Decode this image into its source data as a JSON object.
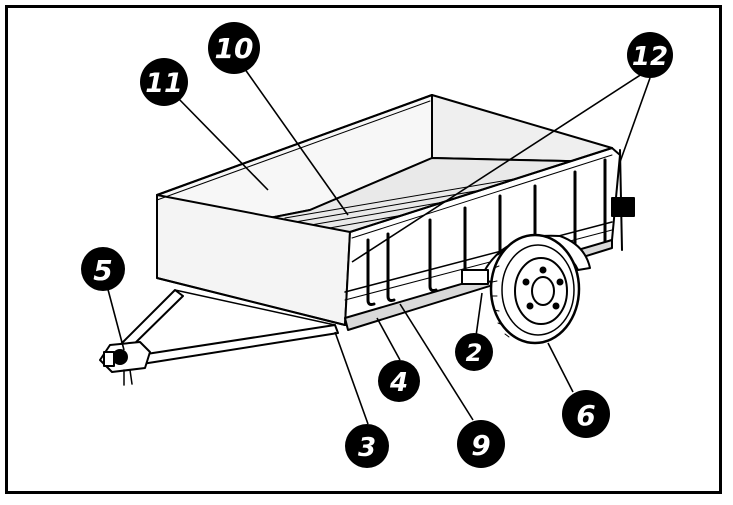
{
  "figure": {
    "subject": "trailer-parts-diagram",
    "colors": {
      "ink": "#000000",
      "paper": "#ffffff",
      "panel": "#f2f2f2",
      "deck": "#e6e6e6"
    },
    "callouts": [
      {
        "id": "c11",
        "label": "11",
        "part": "side-panel"
      },
      {
        "id": "c10",
        "label": "10",
        "part": "floor-deck"
      },
      {
        "id": "c12",
        "label": "12",
        "part": "stake-pockets"
      },
      {
        "id": "c5",
        "label": "5",
        "part": "coupler"
      },
      {
        "id": "c2",
        "label": "2",
        "part": "axle-spring"
      },
      {
        "id": "c4",
        "label": "4",
        "part": "crossmember"
      },
      {
        "id": "c3",
        "label": "3",
        "part": "tongue"
      },
      {
        "id": "c6",
        "label": "6",
        "part": "wheel"
      },
      {
        "id": "c9",
        "label": "9",
        "part": "frame-rail"
      }
    ]
  }
}
